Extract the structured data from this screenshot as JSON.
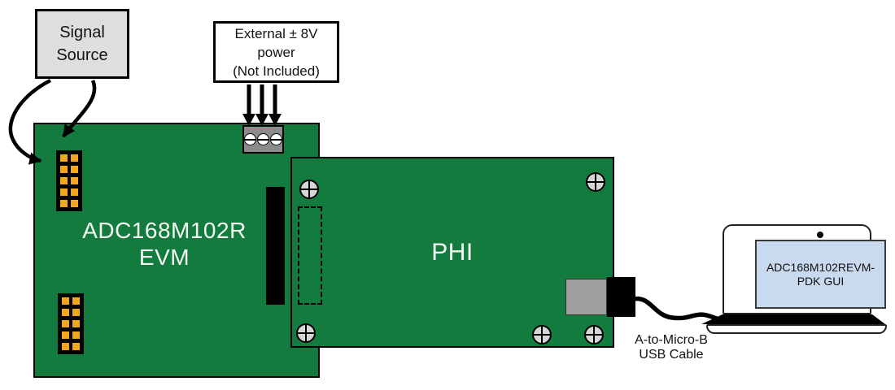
{
  "colors": {
    "board_green": "#137B3D",
    "pin_gold": "#F2A71F",
    "terminal_gray": "#8C8C8C",
    "screw_gray": "#D6D6D6",
    "signal_box_gray": "#DEDEDE",
    "laptop_screen_blue": "#C9D9EE",
    "line_black": "#000000"
  },
  "pin_headers": {
    "rows": 5,
    "cols": 2
  },
  "signal_source": {
    "line1": "Signal",
    "line2": "Source"
  },
  "external_power": {
    "line1": "External ± 8V",
    "line2": "power",
    "line3": "(Not Included)"
  },
  "evm_board": {
    "label_line1": "ADC168M102R",
    "label_line2": "EVM"
  },
  "phi_board": {
    "label": "PHI"
  },
  "usb_cable": {
    "label_line1": "A-to-Micro-B",
    "label_line2": "USB Cable"
  },
  "laptop": {
    "screen_line1": "ADC168M102REVM-",
    "screen_line2": "PDK GUI"
  }
}
